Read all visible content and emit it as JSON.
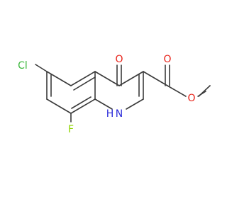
{
  "molecule": {
    "atoms": {
      "chlorine": "Cl",
      "fluorine": "F",
      "ketone_oxygen": "O",
      "carbonyl_oxygen": "O",
      "ester_oxygen": "O",
      "ring_nitrogen": "N",
      "nitrogen_hydrogen": "H"
    },
    "colors": {
      "bond": "#3a3a3a",
      "chlorine": "#3db83d",
      "fluorine": "#8fd400",
      "oxygen": "#e8231a",
      "nitrogen": "#2b2bd9",
      "hydrogen": "#2b2bd9",
      "background": "#ffffff"
    }
  }
}
